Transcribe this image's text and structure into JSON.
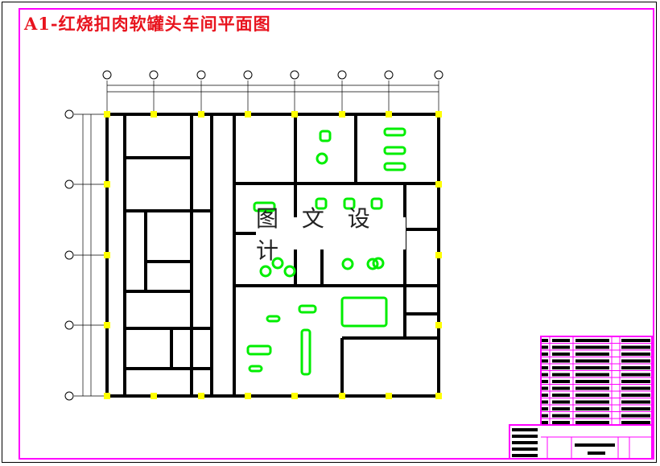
{
  "title": "A1-红烧扣肉软罐头车间平面图",
  "watermark": "图 文 设 计",
  "colors": {
    "frame": "#ff00ff",
    "title": "#e8141e",
    "wall": "#000000",
    "equipment": "#00ee00",
    "column": "#ffff00",
    "label": "#ff00ff"
  },
  "grid": {
    "columns": 8,
    "rows": 5
  }
}
